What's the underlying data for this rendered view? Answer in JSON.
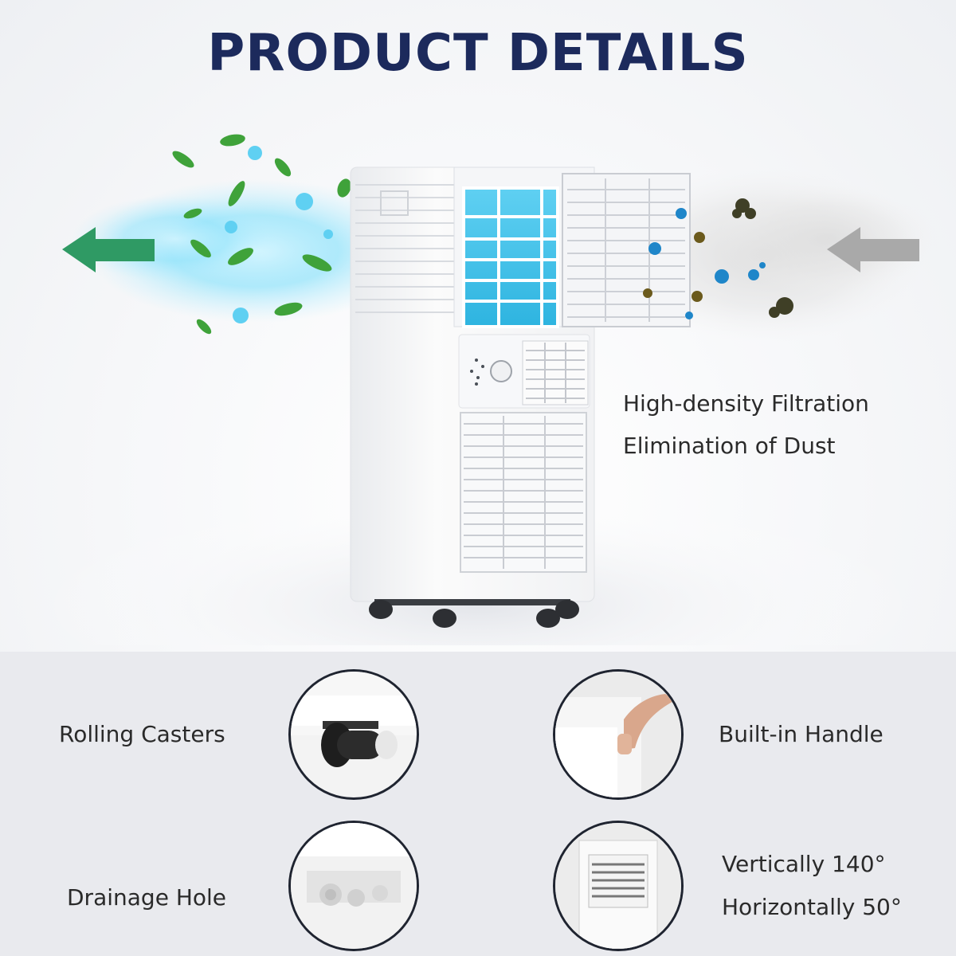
{
  "header": {
    "title": "PRODUCT DETAILS"
  },
  "filtration": {
    "line1": "High-density Filtration",
    "line2": "Elimination of Dust"
  },
  "features": {
    "rolling_casters": "Rolling Casters",
    "built_in_handle": "Built-in Handle",
    "drainage_hole": "Drainage Hole",
    "vertical_swing": "Vertically 140°",
    "horizontal_swing": "Horizontally 50°"
  },
  "icons": {
    "outflow_arrow": "arrow-left-icon",
    "inflow_arrow": "arrow-left-icon",
    "leaf": "leaf-icon",
    "dust": "dust-particle-icon"
  },
  "colors": {
    "title": "#1c2a5c",
    "outflow_arrow": "#2f9a64",
    "inflow_arrow": "#a9a9a9",
    "leaf": "#3fa23a",
    "cool_air": "#5fd0f2",
    "dust_dark": "#3f3f26",
    "dust_blue": "#1f86c9",
    "panel_background": "#e9eaee"
  }
}
